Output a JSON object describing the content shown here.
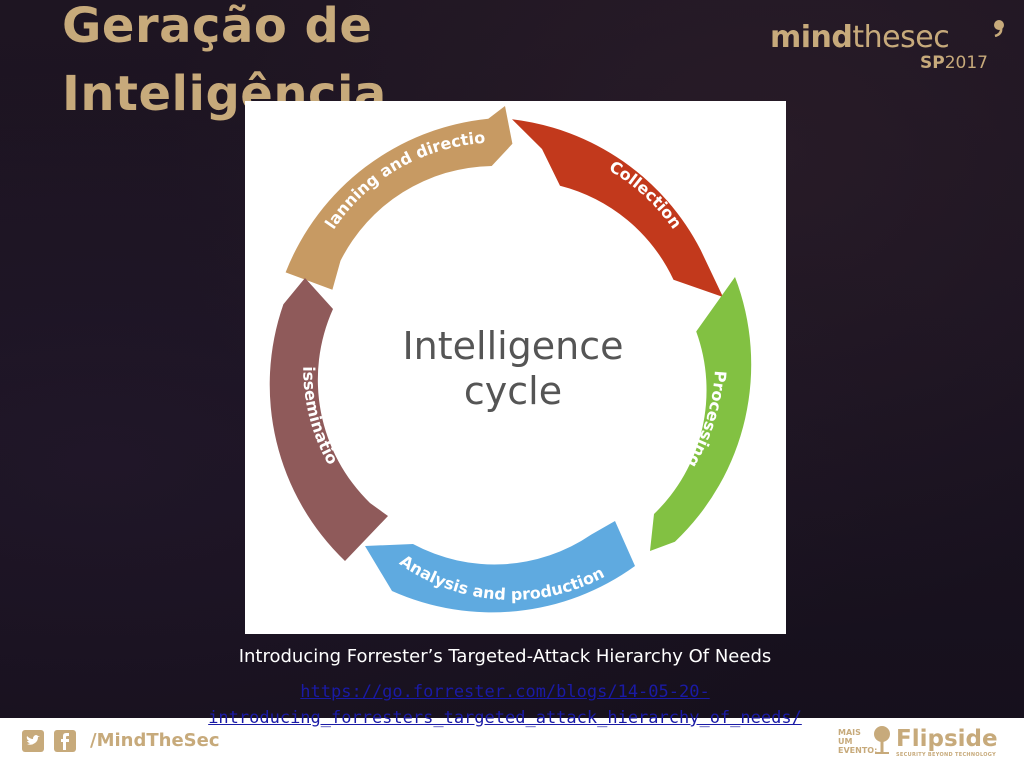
{
  "slide": {
    "title_lines": [
      "Geração de",
      "Inteligência"
    ]
  },
  "brand": {
    "name_part1": "mind",
    "name_part2": "thesec",
    "edition_bold": "SP",
    "edition_year": "2017"
  },
  "figure": {
    "center_lines": [
      "Intelligence",
      "cycle"
    ],
    "stages": [
      {
        "label": "Planning and direction",
        "color": "#c79a63"
      },
      {
        "label": "Collection",
        "color": "#c2391c"
      },
      {
        "label": "Processing",
        "color": "#82c142"
      },
      {
        "label": "Analysis and production",
        "color": "#5faae0"
      },
      {
        "label": "Dissemination",
        "color": "#8f5a5a"
      }
    ]
  },
  "caption": "Introducing Forrester’s Targeted-Attack Hierarchy Of Needs",
  "link": {
    "line1": "https://go.forrester.com/blogs/14-05-20-",
    "line2": "introducing_forresters_targeted_attack_hierarchy_of_needs/"
  },
  "footer": {
    "social_icons": [
      "twitter-icon",
      "facebook-icon"
    ],
    "handle": "/MindTheSec",
    "sponsor_prefix": "MAIS UM EVENTO:",
    "sponsor_name": "Flipside",
    "sponsor_tagline": "SECURITY BEYOND TECHNOLOGY"
  },
  "colors": {
    "accent_gold": "#c7aa7b",
    "background": "#1b1420",
    "link": "#1a1aa6"
  }
}
